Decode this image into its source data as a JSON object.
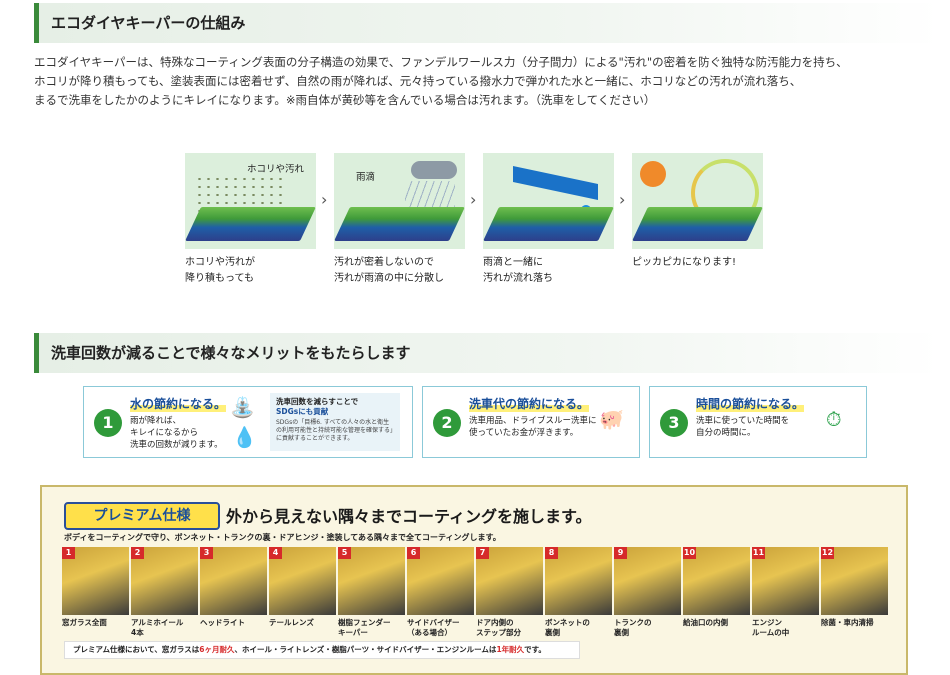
{
  "section1": {
    "heading": "エコダイヤキーパーの仕組み",
    "intro": [
      "エコダイヤキーパーは、特殊なコーティング表面の分子構造の効果で、ファンデルワールス力（分子間力）による\"汚れ\"の密着を防ぐ独特な防汚能力を持ち、",
      "ホコリが降り積もっても、塗装表面には密着せず、自然の雨が降れば、元々持っている撥水力で弾かれた水と一緒に、ホコリなどの汚れが流れ落ち、",
      "まるで洗車をしたかのようにキレイになります。※雨自体が黄砂等を含んでいる場合は汚れます。（洗車をしてください）"
    ],
    "steps": [
      {
        "tag": "ホコリや汚れ",
        "caption_l1": "ホコリや汚れが",
        "caption_l2": "降り積もっても"
      },
      {
        "tag": "雨滴",
        "caption_l1": "汚れが密着しないので",
        "caption_l2": "汚れが雨滴の中に分散し"
      },
      {
        "tag": "",
        "caption_l1": "雨滴と一緒に",
        "caption_l2": "汚れが流れ落ち"
      },
      {
        "tag": "",
        "caption_l1": "ピッカピカになります!",
        "caption_l2": ""
      }
    ],
    "arrow": "›"
  },
  "section2": {
    "heading": "洗車回数が減ることで様々なメリットをもたらします",
    "cards": [
      {
        "num": "1",
        "title": "水の節約になる。",
        "body": "雨が降れば、\nキレイになるから\n洗車の回数が減ります。",
        "side_title": "洗車回数を減らすことで",
        "side_title2": "SDGsにも貢献",
        "side_body": "SDGsの「目標6. すべての人々の水と衛生の利用可能性と持続可能な管理を確保する」に貢献することができます。"
      },
      {
        "num": "2",
        "title": "洗車代の節約になる。",
        "body": "洗車用品、ドライブスルー洗車に\n使っていたお金が浮きます。"
      },
      {
        "num": "3",
        "title": "時間の節約になる。",
        "body": "洗車に使っていた時間を\n自分の時間に。"
      }
    ]
  },
  "premium": {
    "badge": "プレミアム仕様",
    "title": "外から見えない隅々までコーティングを施します。",
    "subtitle": "ボディをコーティングで守り、ボンネット・トランクの裏・ドアヒンジ・塗装してある隅々まで全てコーティングします。",
    "items": [
      {
        "num": "1",
        "label": "窓ガラス全面"
      },
      {
        "num": "2",
        "label": "アルミホイール\n4本"
      },
      {
        "num": "3",
        "label": "ヘッドライト"
      },
      {
        "num": "4",
        "label": "テールレンズ"
      },
      {
        "num": "5",
        "label": "樹脂フェンダー\nキーパー"
      },
      {
        "num": "6",
        "label": "サイドバイザー\n（ある場合）"
      },
      {
        "num": "7",
        "label": "ドア内側の\nステップ部分"
      },
      {
        "num": "8",
        "label": "ボンネットの\n裏側"
      },
      {
        "num": "9",
        "label": "トランクの\n裏側"
      },
      {
        "num": "10",
        "label": "給油口の内側"
      },
      {
        "num": "11",
        "label": "エンジン\nルームの中"
      },
      {
        "num": "12",
        "label": "除菌・車内清掃"
      }
    ],
    "note_pre": "プレミアム仕様において、窓ガラスは",
    "note_red1": "6ヶ月耐久",
    "note_mid": "、ホイール・ライトレンズ・樹脂パーツ・サイドバイザー・エンジンルームは",
    "note_red2": "1年耐久",
    "note_post": "です。"
  },
  "colors": {
    "accent_green": "#3a8a3a",
    "brand_blue": "#1a4f9a",
    "highlight_yellow": "#ffe04a",
    "red": "#d62a2a"
  }
}
